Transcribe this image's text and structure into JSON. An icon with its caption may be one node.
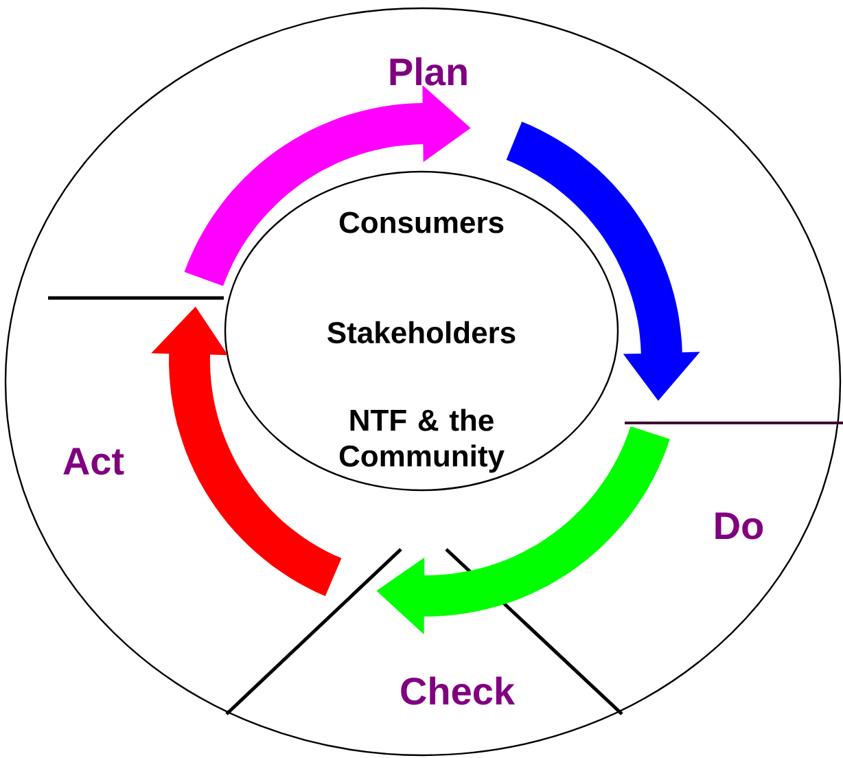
{
  "diagram": {
    "nodes": [
      {
        "text": [],
        "shape": "circle"
      },
      {
        "text": [
          "Consumers",
          "Stakeholders",
          "NTF & the Community"
        ],
        "in": 0
      }
    ],
    "labels": [
      "Plan",
      "Act",
      "Do",
      "Check"
    ]
  }
}
